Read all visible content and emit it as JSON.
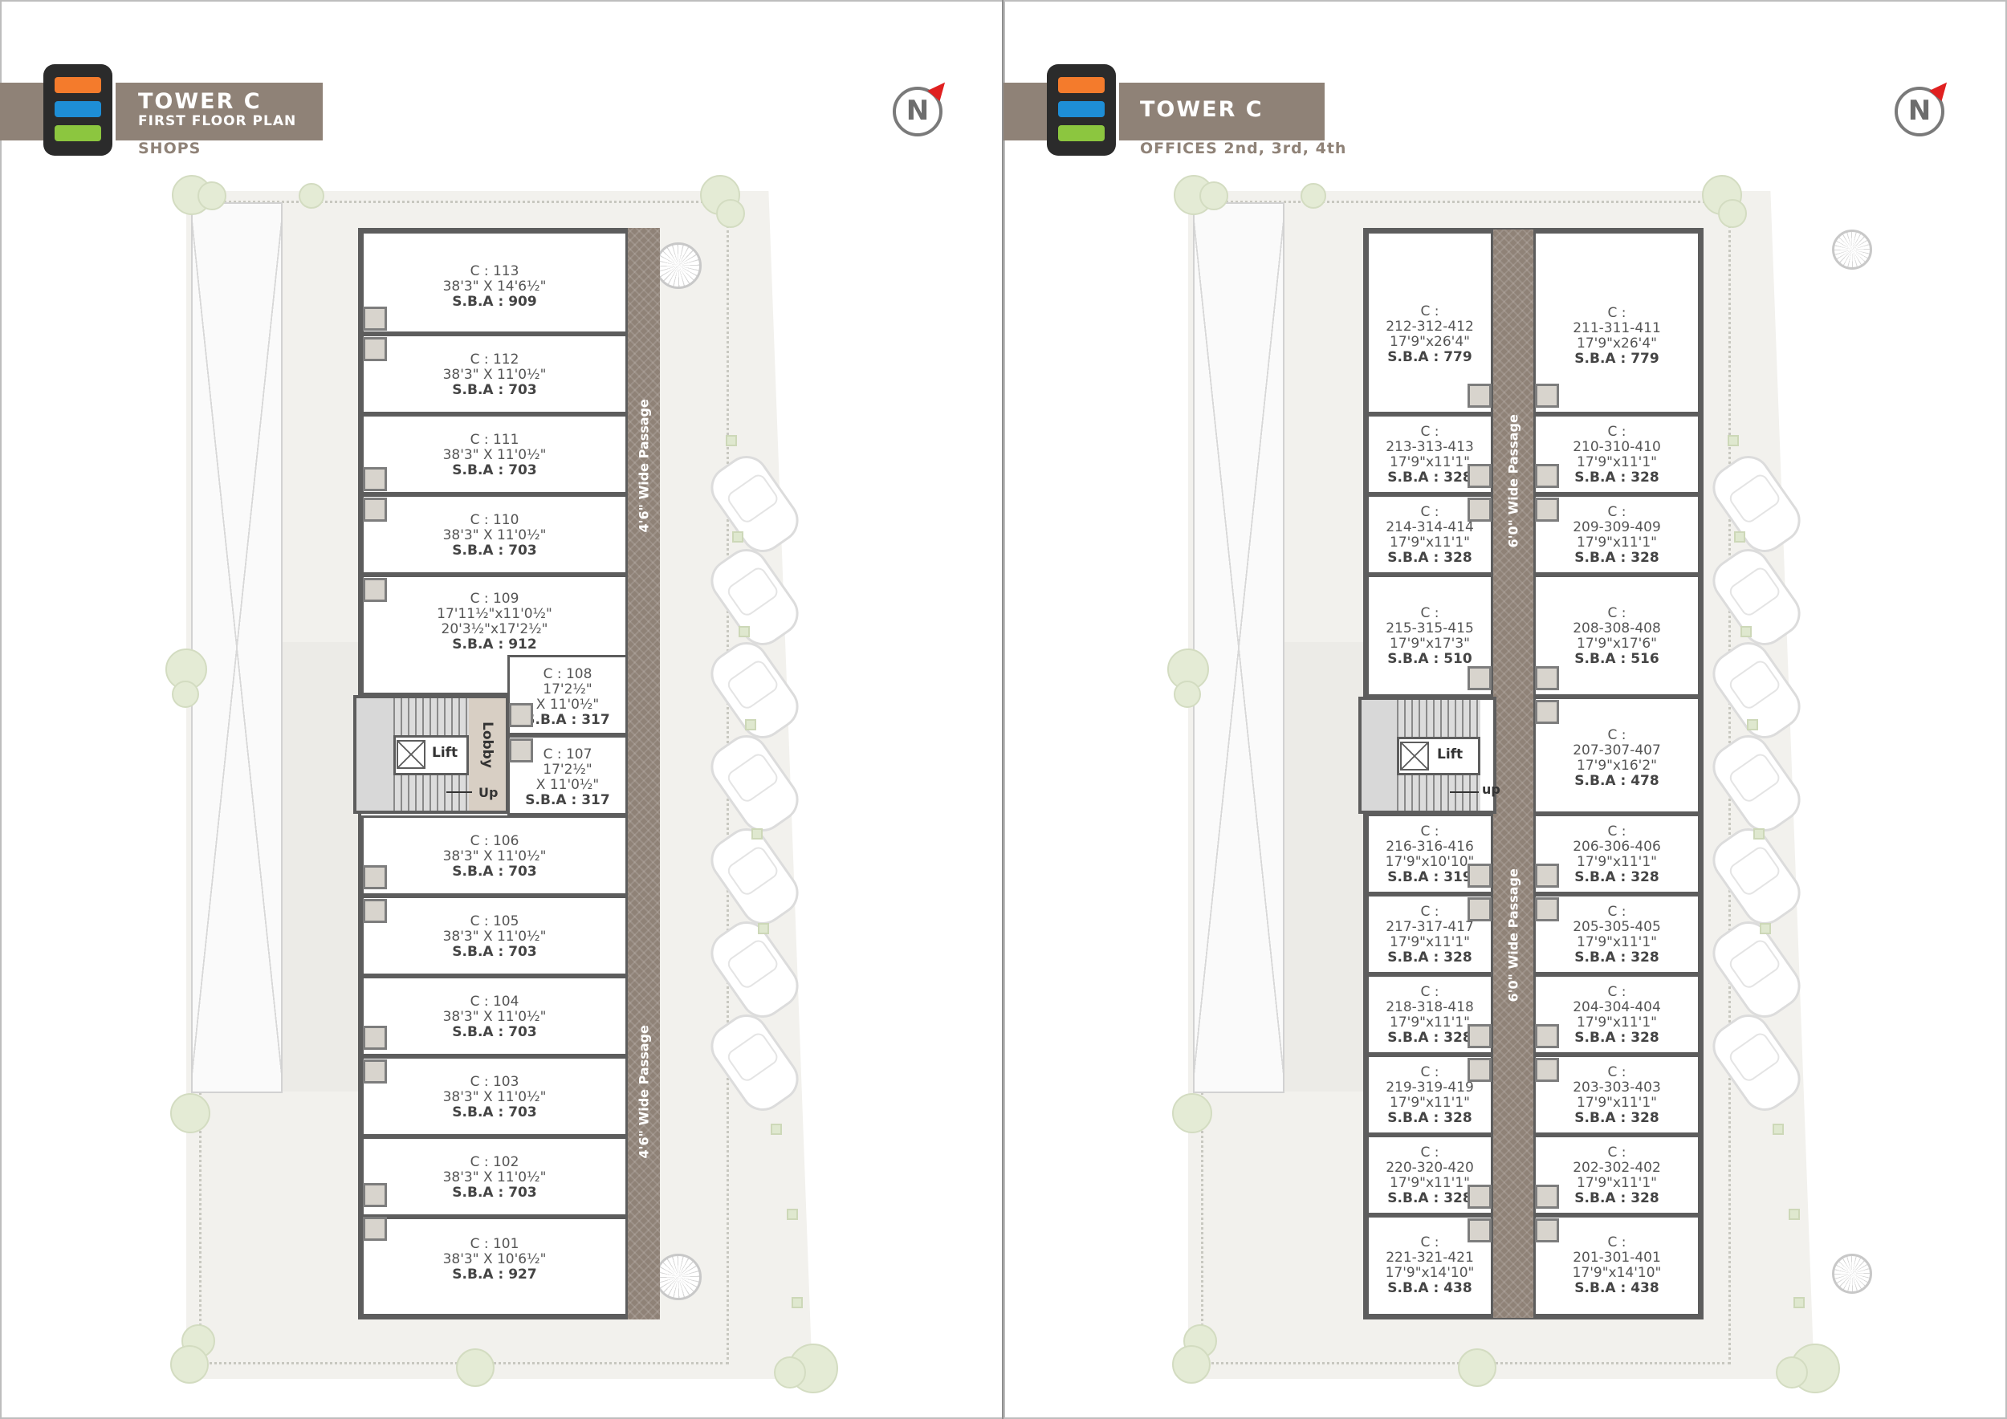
{
  "left": {
    "title": "TOWER C",
    "subtitle": "FIRST FLOOR PLAN",
    "caption": "SHOPS",
    "compass": "N",
    "passage_label": "4'6\" Wide Passage",
    "lift_label": "Lift",
    "lobby_label": "Lobby",
    "up_label": "Up",
    "units": [
      {
        "id": "C : 113",
        "dims": [
          "38'3\" X 14'6½\""
        ],
        "sba": "S.B.A : 909"
      },
      {
        "id": "C : 112",
        "dims": [
          "38'3\" X 11'0½\""
        ],
        "sba": "S.B.A : 703"
      },
      {
        "id": "C : 111",
        "dims": [
          "38'3\" X 11'0½\""
        ],
        "sba": "S.B.A : 703"
      },
      {
        "id": "C : 110",
        "dims": [
          "38'3\" X 11'0½\""
        ],
        "sba": "S.B.A : 703"
      },
      {
        "id": "C : 109",
        "dims": [
          "17'11½\"x11'0½\"",
          "20'3½\"x17'2½\""
        ],
        "sba": "S.B.A : 912"
      },
      {
        "id": "C : 108",
        "dims": [
          "17'2½\"",
          "X 11'0½\""
        ],
        "sba": "S.B.A : 317"
      },
      {
        "id": "C : 107",
        "dims": [
          "17'2½\"",
          "X 11'0½\""
        ],
        "sba": "S.B.A : 317"
      },
      {
        "id": "C : 106",
        "dims": [
          "38'3\" X 11'0½\""
        ],
        "sba": "S.B.A : 703"
      },
      {
        "id": "C : 105",
        "dims": [
          "38'3\" X 11'0½\""
        ],
        "sba": "S.B.A : 703"
      },
      {
        "id": "C : 104",
        "dims": [
          "38'3\" X 11'0½\""
        ],
        "sba": "S.B.A : 703"
      },
      {
        "id": "C : 103",
        "dims": [
          "38'3\" X 11'0½\""
        ],
        "sba": "S.B.A : 703"
      },
      {
        "id": "C : 102",
        "dims": [
          "38'3\" X 11'0½\""
        ],
        "sba": "S.B.A : 703"
      },
      {
        "id": "C : 101",
        "dims": [
          "38'3\" X 10'6½\""
        ],
        "sba": "S.B.A : 927"
      }
    ]
  },
  "right": {
    "title": "TOWER C",
    "caption": "OFFICES 2nd, 3rd, 4th",
    "compass": "N",
    "passage_label": "6'0\" Wide Passage",
    "lift_label": "Lift",
    "up_label": "up",
    "units_left": [
      {
        "id": "C :",
        "dims": [
          "212-312-412",
          "17'9\"x26'4\""
        ],
        "sba": "S.B.A : 779"
      },
      {
        "id": "C :",
        "dims": [
          "213-313-413",
          "17'9\"x11'1\""
        ],
        "sba": "S.B.A : 328"
      },
      {
        "id": "C :",
        "dims": [
          "214-314-414",
          "17'9\"x11'1\""
        ],
        "sba": "S.B.A : 328"
      },
      {
        "id": "C :",
        "dims": [
          "215-315-415",
          "17'9\"x17'3\""
        ],
        "sba": "S.B.A : 510"
      },
      {
        "id": "C :",
        "dims": [
          "216-316-416",
          "17'9\"x10'10\""
        ],
        "sba": "S.B.A : 319"
      },
      {
        "id": "C :",
        "dims": [
          "217-317-417",
          "17'9\"x11'1\""
        ],
        "sba": "S.B.A : 328"
      },
      {
        "id": "C :",
        "dims": [
          "218-318-418",
          "17'9\"x11'1\""
        ],
        "sba": "S.B.A : 328"
      },
      {
        "id": "C :",
        "dims": [
          "219-319-419",
          "17'9\"x11'1\""
        ],
        "sba": "S.B.A : 328"
      },
      {
        "id": "C :",
        "dims": [
          "220-320-420",
          "17'9\"x11'1\""
        ],
        "sba": "S.B.A : 328"
      },
      {
        "id": "C :",
        "dims": [
          "221-321-421",
          "17'9\"x14'10\""
        ],
        "sba": "S.B.A : 438"
      }
    ],
    "units_right": [
      {
        "id": "C :",
        "dims": [
          "211-311-411",
          "17'9\"x26'4\""
        ],
        "sba": "S.B.A : 779"
      },
      {
        "id": "C :",
        "dims": [
          "210-310-410",
          "17'9\"x11'1\""
        ],
        "sba": "S.B.A : 328"
      },
      {
        "id": "C :",
        "dims": [
          "209-309-409",
          "17'9\"x11'1\""
        ],
        "sba": "S.B.A : 328"
      },
      {
        "id": "C :",
        "dims": [
          "208-308-408",
          "17'9\"x17'6\""
        ],
        "sba": "S.B.A : 516"
      },
      {
        "id": "C :",
        "dims": [
          "207-307-407",
          "17'9\"x16'2\""
        ],
        "sba": "S.B.A : 478"
      },
      {
        "id": "C :",
        "dims": [
          "206-306-406",
          "17'9\"x11'1\""
        ],
        "sba": "S.B.A : 328"
      },
      {
        "id": "C :",
        "dims": [
          "205-305-405",
          "17'9\"x11'1\""
        ],
        "sba": "S.B.A : 328"
      },
      {
        "id": "C :",
        "dims": [
          "204-304-404",
          "17'9\"x11'1\""
        ],
        "sba": "S.B.A : 328"
      },
      {
        "id": "C :",
        "dims": [
          "203-303-403",
          "17'9\"x11'1\""
        ],
        "sba": "S.B.A : 328"
      },
      {
        "id": "C :",
        "dims": [
          "202-302-402",
          "17'9\"x11'1\""
        ],
        "sba": "S.B.A : 328"
      },
      {
        "id": "C :",
        "dims": [
          "201-301-401",
          "17'9\"x14'10\""
        ],
        "sba": "S.B.A : 438"
      }
    ]
  }
}
